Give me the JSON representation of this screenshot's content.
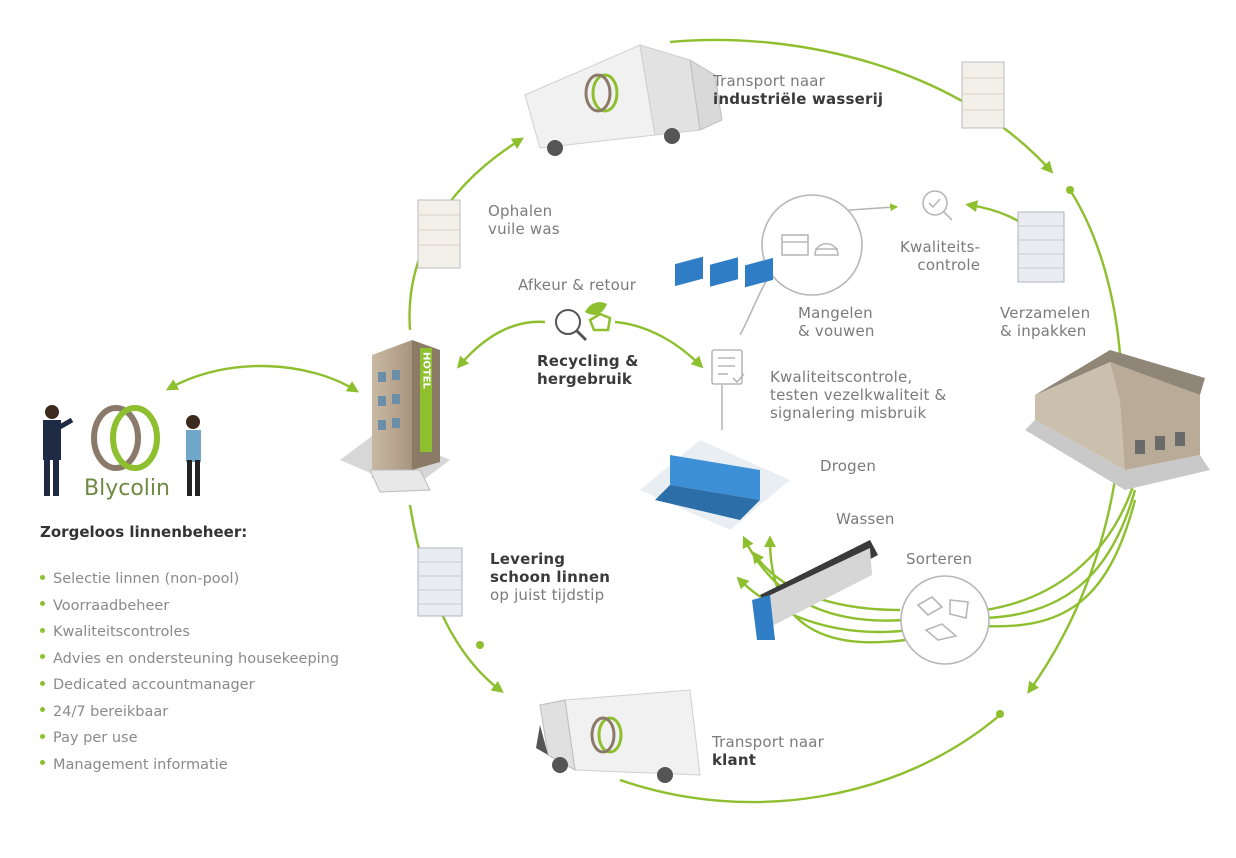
{
  "brand": {
    "name": "Blycolin"
  },
  "colors": {
    "accent": "#8dbf2e",
    "text": "#7b7b7b",
    "dark": "#3a3a3a",
    "brand_green": "#6f8a42"
  },
  "steps": {
    "transport_laundry": {
      "line1": "Transport naar",
      "line2": "industriële wasserij"
    },
    "pickup": {
      "line1": "Ophalen",
      "line2": "vuile was"
    },
    "reject": {
      "label": "Afkeur & retour"
    },
    "recycling": {
      "line1": "Recycling &",
      "line2": "hergebruik"
    },
    "quality_top": {
      "line1": "Kwaliteits-",
      "line2": "controle"
    },
    "mangle": {
      "line1": "Mangelen",
      "line2": "& vouwen"
    },
    "collect": {
      "line1": "Verzamelen",
      "line2": "& inpakken"
    },
    "quality_check": {
      "line1": "Kwaliteitscontrole,",
      "line2": "testen vezelkwaliteit &",
      "line3": "signalering misbruik"
    },
    "dry": {
      "label": "Drogen"
    },
    "wash": {
      "label": "Wassen"
    },
    "sort": {
      "label": "Sorteren"
    },
    "delivery": {
      "line1": "Levering",
      "line2": "schoon linnen",
      "line3": "op juist tijdstip"
    },
    "transport_client": {
      "line1": "Transport naar",
      "line2": "klant"
    }
  },
  "hotel_sign": "HOTEL",
  "services": {
    "heading": "Zorgeloos linnenbeheer:",
    "items": [
      "Selectie linnen (non-pool)",
      "Voorraadbeheer",
      "Kwaliteitscontroles",
      "Advies en ondersteuning housekeeping",
      "Dedicated accountmanager",
      "24/7 bereikbaar",
      "Pay per use",
      "Management informatie"
    ]
  }
}
